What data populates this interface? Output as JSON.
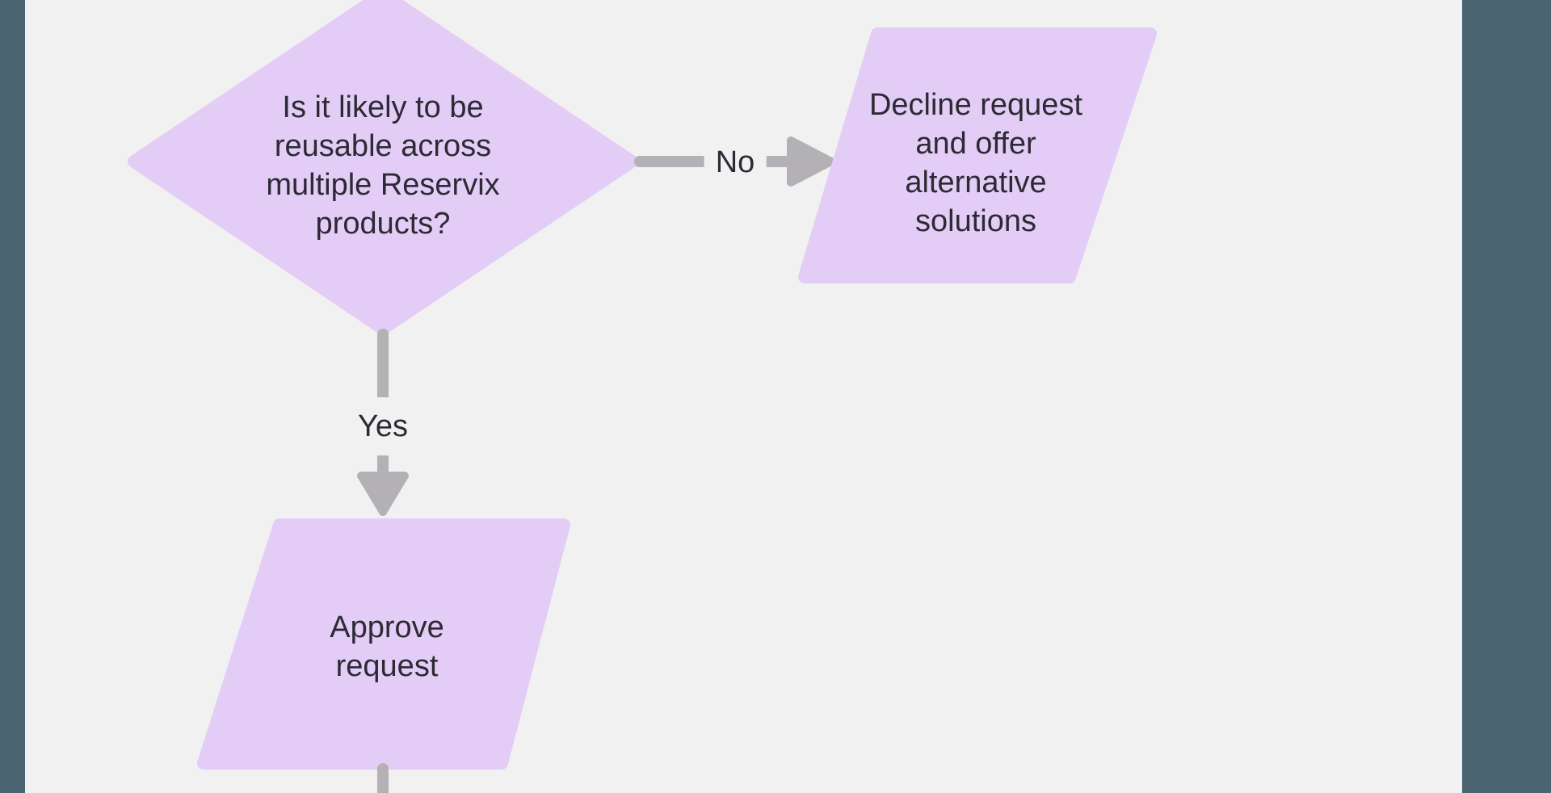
{
  "app": {
    "kind": "flowchart-canvas"
  },
  "colors": {
    "outside_background": "#4a6470",
    "canvas_background": "#f1f1f2",
    "shape_fill": "#e3cdf6",
    "connector": "#b3b1b6",
    "text": "#2d2a35"
  },
  "flowchart": {
    "decision": {
      "shape": "diamond",
      "text": "Is it likely to be\nreusable across\nmultiple Reservix\nproducts?"
    },
    "no_branch": {
      "label": "No",
      "target": {
        "shape": "parallelogram",
        "text": "Decline request\nand offer\nalternative\nsolutions"
      }
    },
    "yes_branch": {
      "label": "Yes",
      "target": {
        "shape": "parallelogram",
        "text": "Approve\nrequest"
      }
    },
    "continuation": "connector continues below bottom edge"
  }
}
